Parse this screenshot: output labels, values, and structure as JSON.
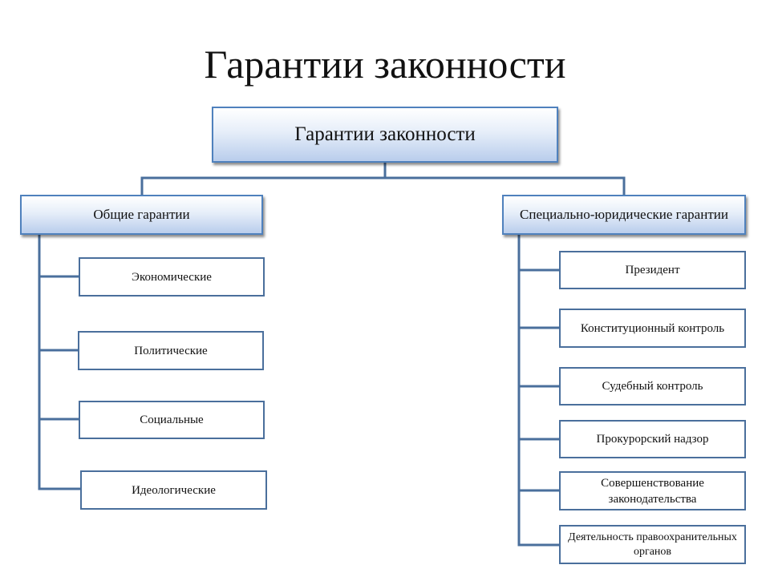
{
  "slide_title": "Гарантии законности",
  "root": {
    "label": "Гарантии законности"
  },
  "general": {
    "label": "Общие гарантии",
    "children": [
      "Экономические",
      "Политические",
      "Социальные",
      "Идеологические"
    ]
  },
  "special": {
    "label": "Специально-юридические гарантии",
    "children": [
      "Президент",
      "Конституционный контроль",
      "Судебный контроль",
      "Прокурорский надзор",
      "Совершенствование законодательства",
      "Деятельность правоохранительных органов"
    ]
  },
  "colors": {
    "box_border": "#4f81bd",
    "connector": "#4a6f9c"
  }
}
